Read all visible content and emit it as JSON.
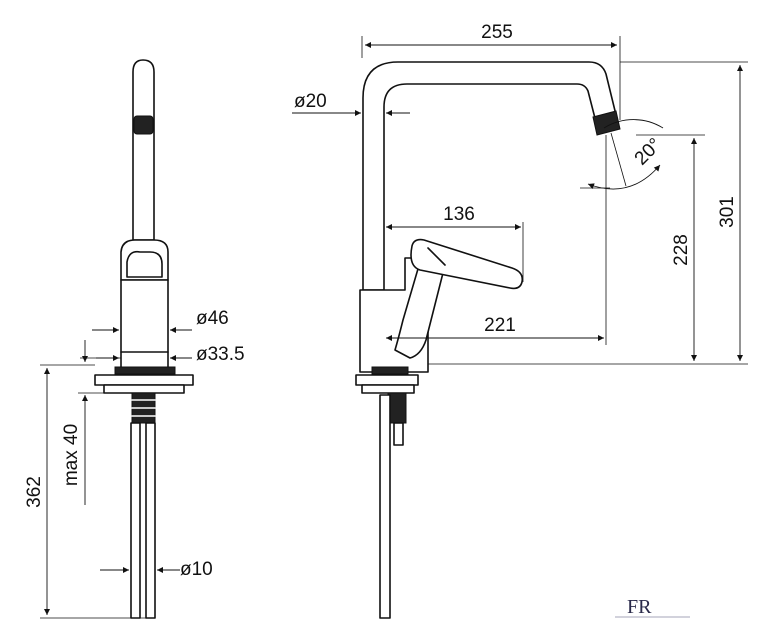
{
  "dimensions": {
    "width_total": "255",
    "spout_diameter": "ø20",
    "lever_reach": "136",
    "spout_angle": "20°",
    "spout_height": "228",
    "total_height": "301",
    "outlet_reach": "221",
    "body_diameter": "ø46",
    "base_diameter": "ø33.5",
    "hose_diameter": "ø10",
    "deck_thickness": "max 40",
    "hose_length": "362"
  },
  "logo": {
    "text": "FR"
  },
  "colors": {
    "line": "#111111",
    "background": "#ffffff",
    "logo": "#2a2a4a"
  }
}
